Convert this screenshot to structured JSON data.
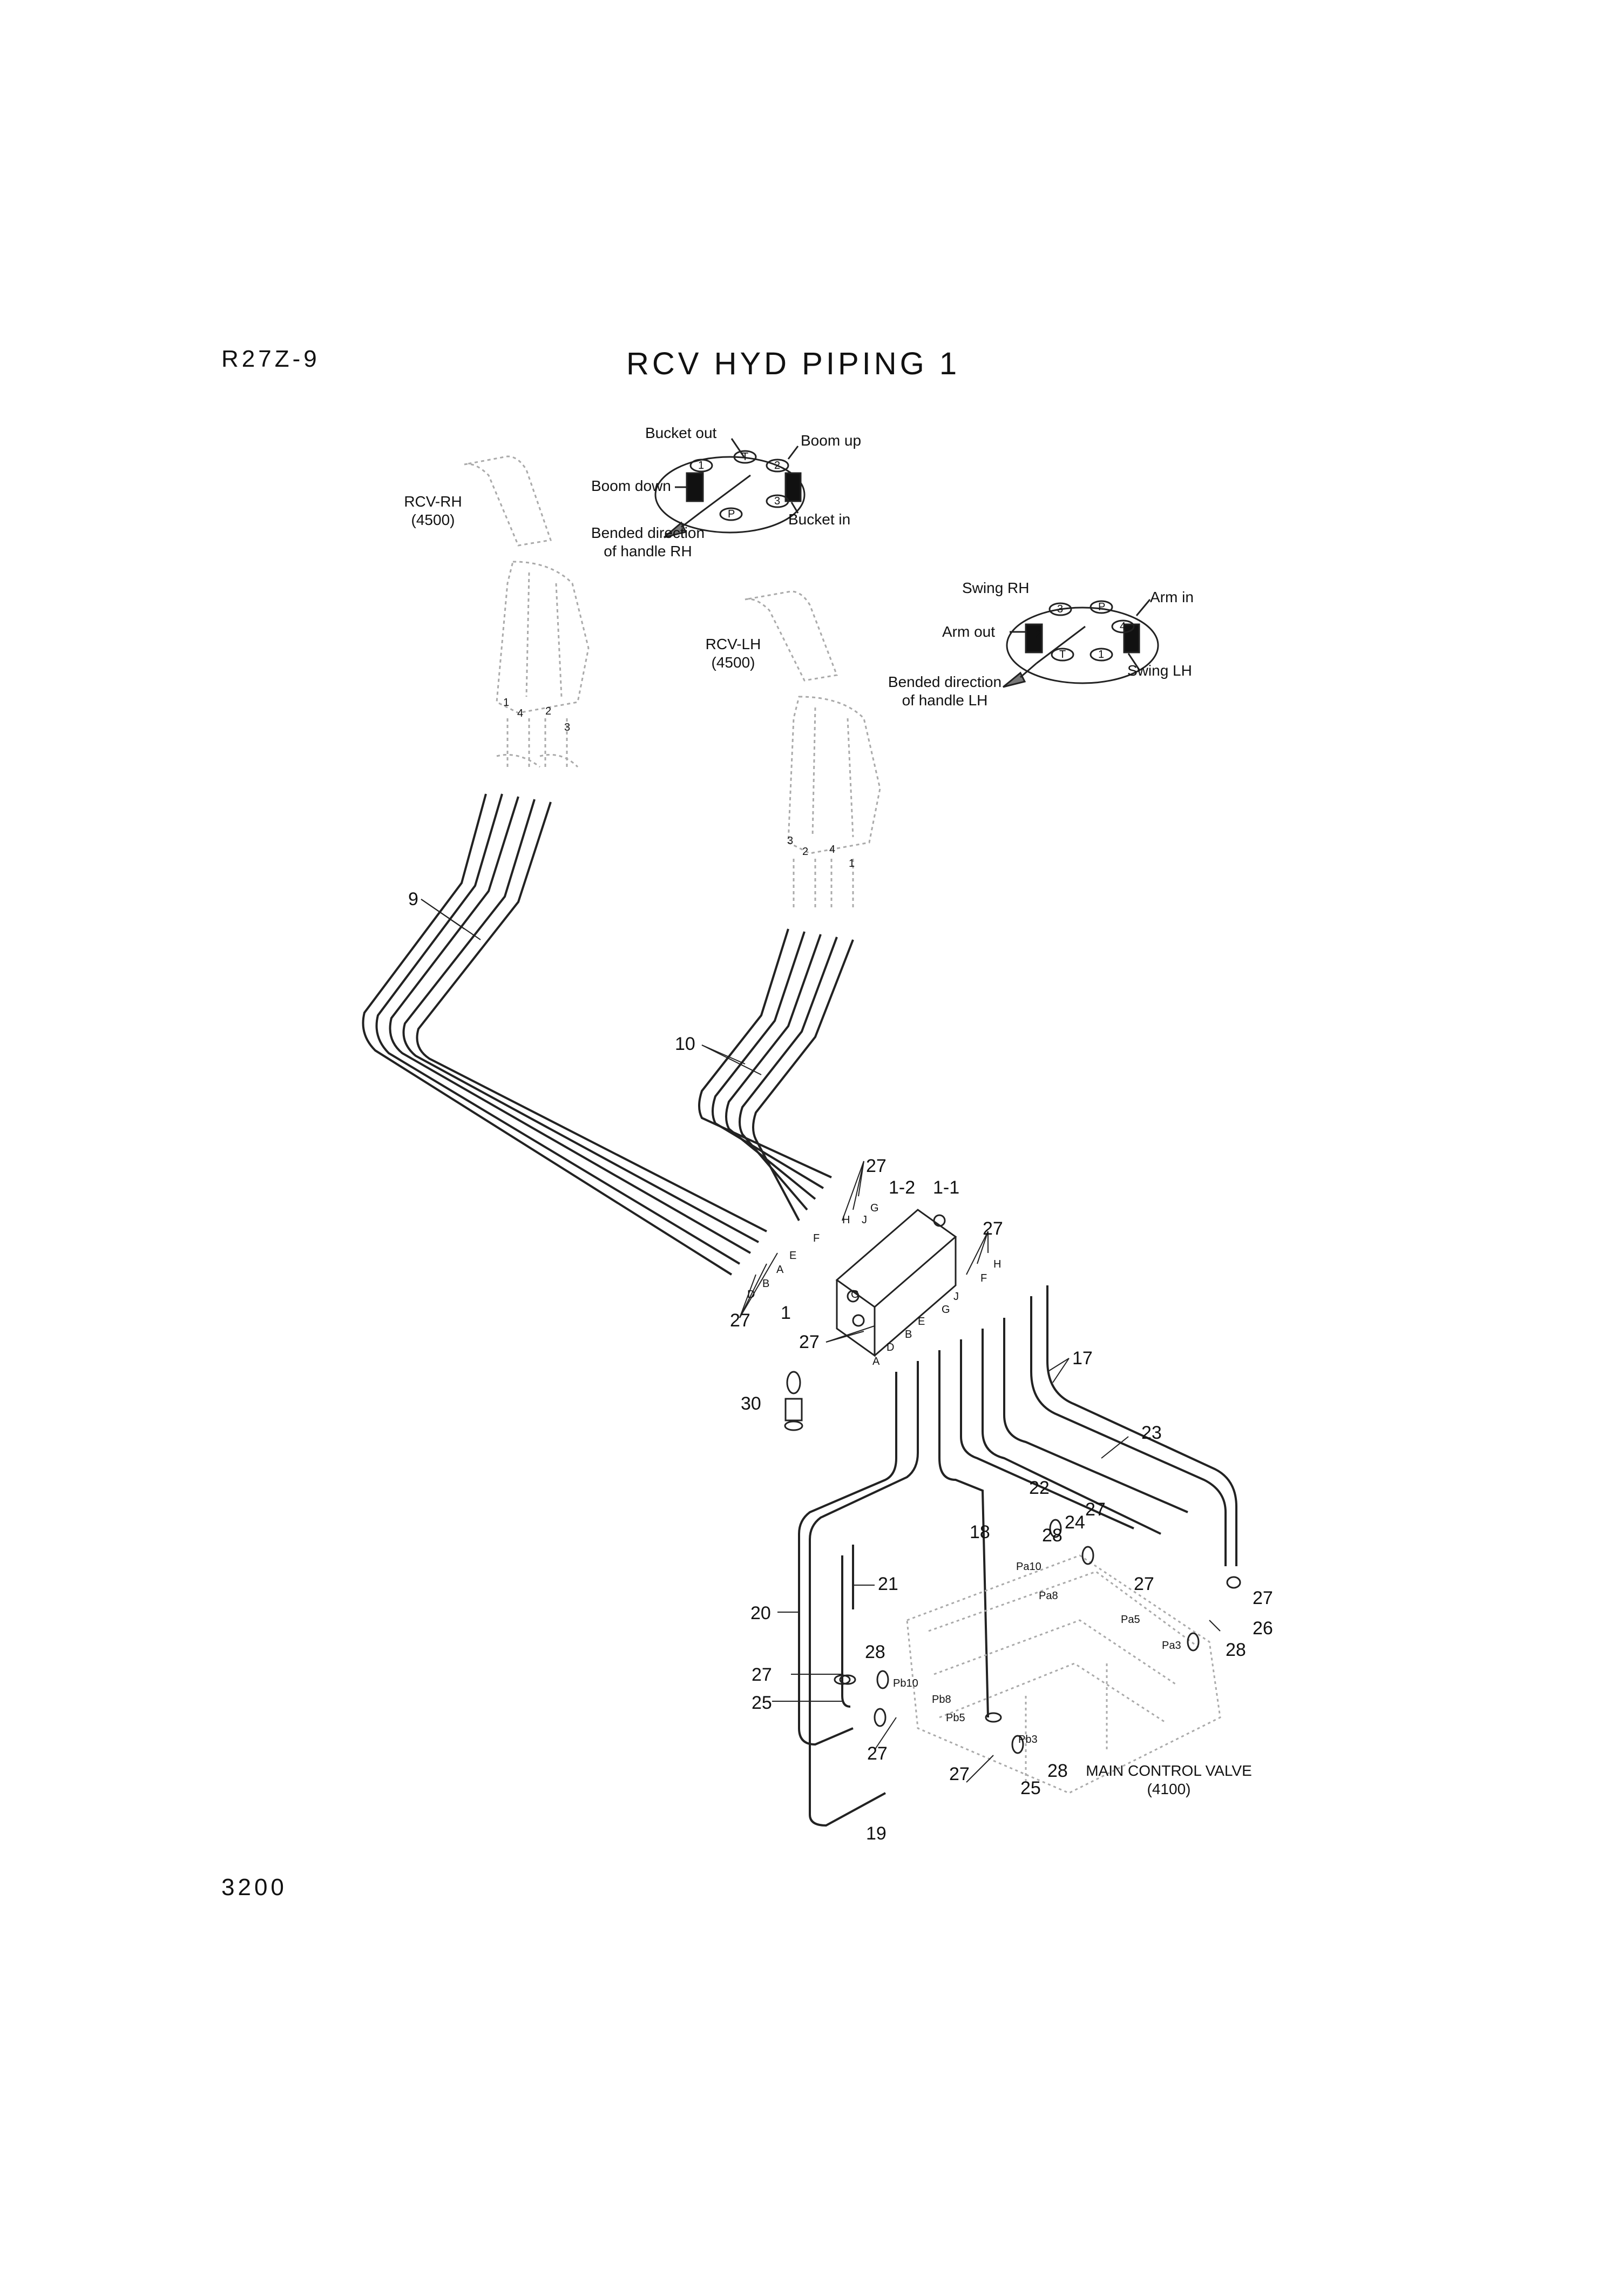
{
  "header": {
    "model": "R27Z-9",
    "title": "RCV HYD PIPING 1"
  },
  "footer": {
    "page_number": "3200"
  },
  "rcv_rh": {
    "name": "RCV-RH",
    "ref": "(4500)"
  },
  "rcv_lh": {
    "name": "RCV-LH",
    "ref": "(4500)"
  },
  "pattern_rh": {
    "bucket_out": "Bucket out",
    "boom_up": "Boom up",
    "boom_down": "Boom down",
    "bucket_in": "Bucket in",
    "bended_line1": "Bended direction",
    "bended_line2": "of handle RH",
    "ports": [
      "1",
      "T",
      "2",
      "P",
      "3"
    ]
  },
  "pattern_lh": {
    "swing_rh": "Swing RH",
    "arm_in": "Arm in",
    "arm_out": "Arm out",
    "swing_lh": "Swing LH",
    "bended_line1": "Bended direction",
    "bended_line2": "of handle LH",
    "ports": [
      "3",
      "P",
      "4",
      "2",
      "T",
      "1"
    ]
  },
  "rcv_rh_pins": [
    "1",
    "4",
    "2",
    "3"
  ],
  "rcv_lh_pins": [
    "3",
    "2",
    "4",
    "1"
  ],
  "main_valve": {
    "name": "MAIN CONTROL VALVE",
    "ref": "(4100)"
  },
  "part_numbers": {
    "p9": "9",
    "p10": "10",
    "p27_a": "27",
    "p1_2": "1-2",
    "p1_1": "1-1",
    "p27_b": "27",
    "p27_c": "27",
    "p1": "1",
    "p27_d": "27",
    "p17": "17",
    "p30": "30",
    "p23": "23",
    "p22": "22",
    "p27_e": "27",
    "p24": "24",
    "p28_a": "28",
    "p18": "18",
    "p27_f": "27",
    "p21": "21",
    "p27_g": "27",
    "p20": "20",
    "p26": "26",
    "p28_b": "28",
    "p28_c": "28",
    "p27_h": "27",
    "p25_a": "25",
    "p27_i": "27",
    "p27_j": "27",
    "p28_d": "28",
    "p25_b": "25",
    "p19": "19"
  },
  "manifold_ports": [
    "H",
    "J",
    "G",
    "F",
    "E",
    "A",
    "B",
    "D",
    "C",
    "H",
    "F",
    "J",
    "G",
    "E",
    "B",
    "D",
    "A"
  ],
  "valve_ports": [
    "Pa10",
    "Pa8",
    "Pa5",
    "Pa3",
    "Pb10",
    "Pb8",
    "Pb5",
    "Pb3"
  ]
}
